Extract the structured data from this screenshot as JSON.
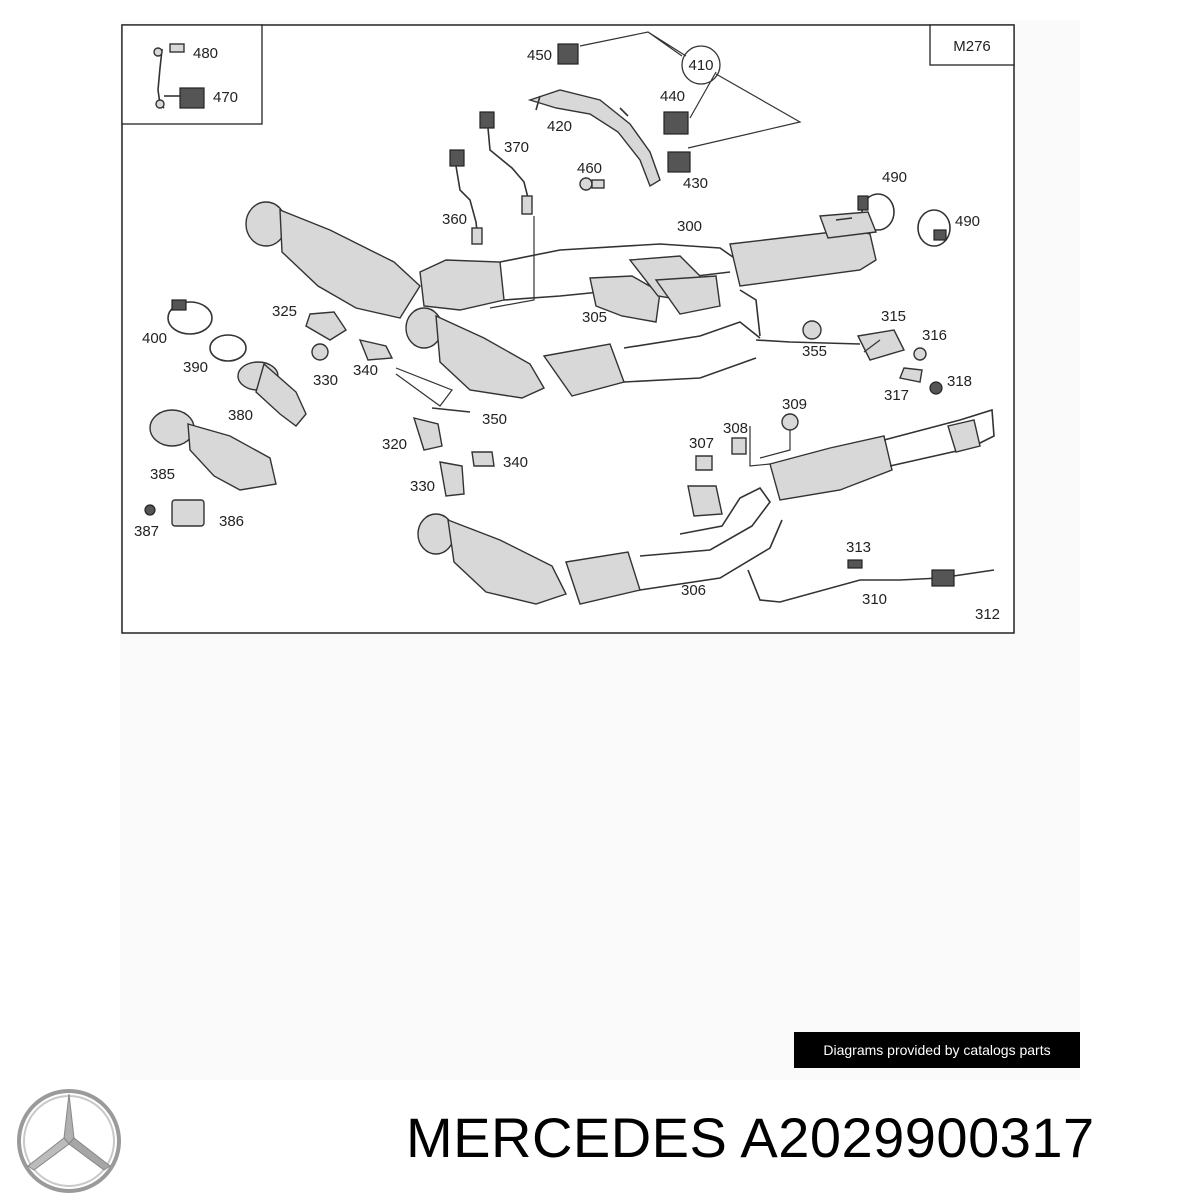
{
  "diagram": {
    "model_code": "M276",
    "callouts": {
      "c480": "480",
      "c470": "470",
      "c450": "450",
      "c410": "410",
      "c440": "440",
      "c420": "420",
      "c370": "370",
      "c460": "460",
      "c430": "430",
      "c490a": "490",
      "c490b": "490",
      "c360": "360",
      "c300": "300",
      "c325": "325",
      "c400": "400",
      "c305": "305",
      "c315": "315",
      "c316": "316",
      "c355": "355",
      "c390": "390",
      "c330a": "330",
      "c340a": "340",
      "c318": "318",
      "c317": "317",
      "c380": "380",
      "c350": "350",
      "c309": "309",
      "c320": "320",
      "c308": "308",
      "c307": "307",
      "c340b": "340",
      "c385": "385",
      "c330b": "330",
      "c387": "387",
      "c386": "386",
      "c313": "313",
      "c306": "306",
      "c310": "310",
      "c312": "312"
    }
  },
  "credit": "Diagrams provided by catalogs parts",
  "brand": {
    "logo_icon": "mercedes-star-icon"
  },
  "title": "MERCEDES A2029900317"
}
